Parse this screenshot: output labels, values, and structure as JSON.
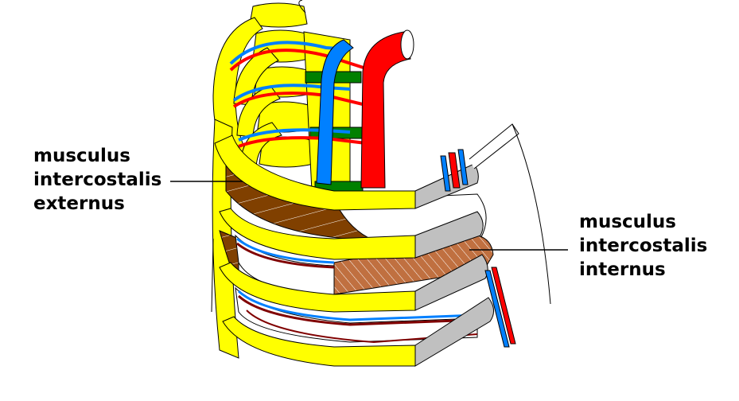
{
  "labels": {
    "externus": {
      "lines": [
        "musculus",
        "intercostalis",
        "externus"
      ]
    },
    "internus": {
      "lines": [
        "musculus",
        "intercostalis",
        "internus"
      ]
    }
  },
  "colors": {
    "bone": "#ffff00",
    "cartilage": "#c0c0c0",
    "external_muscle": "#804000",
    "internal_muscle": "#c07040",
    "artery": "#ff0000",
    "vein": "#0080ff",
    "sympathetic_trunk": "#008000",
    "nerve_lines": "#800000",
    "outline": "#000000"
  }
}
